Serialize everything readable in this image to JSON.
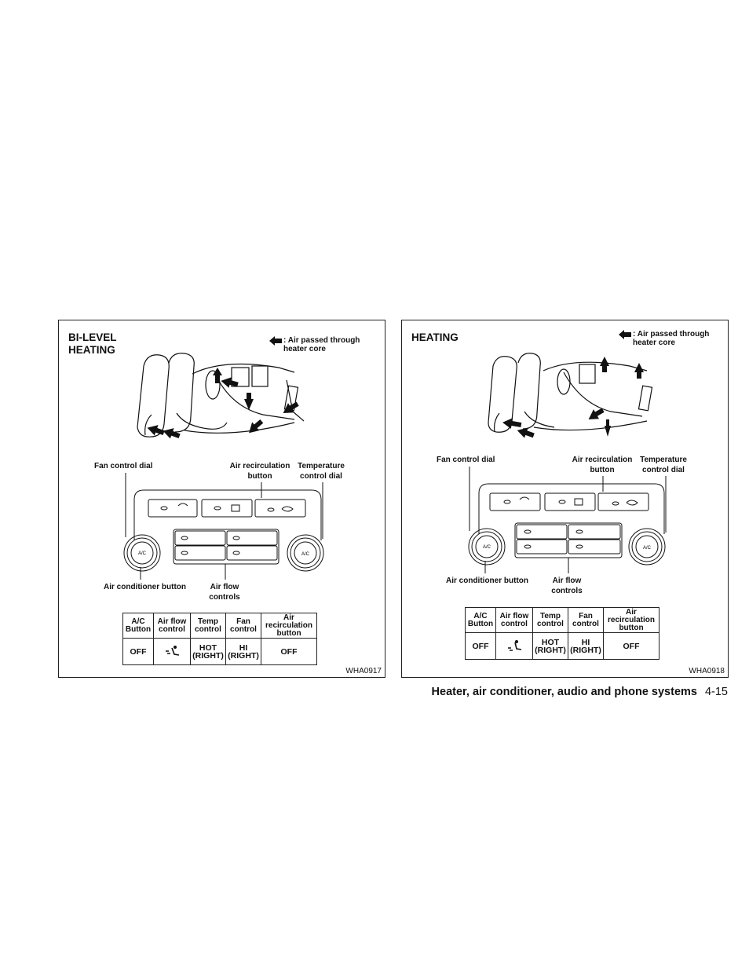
{
  "legend_text": ": Air passed through heater core",
  "callouts": {
    "fan_dial": "Fan control dial",
    "recirc_button": "Air recirculation button",
    "temp_dial": "Temperature control dial",
    "ac_button": "Air conditioner button",
    "airflow_controls": "Air flow controls"
  },
  "panel_label_ac": "A/C",
  "table": {
    "headers": [
      "A/C Button",
      "Air flow control",
      "Temp control",
      "Fan control",
      "Air recirculation button"
    ],
    "values": [
      "OFF",
      "",
      "HOT (RIGHT)",
      "HI (RIGHT)",
      "OFF"
    ]
  },
  "figures": [
    {
      "title": "BI-LEVEL\nHEATING",
      "code": "WHA0917",
      "airflow_mode_icon": "bi-level-vent-icon"
    },
    {
      "title": "HEATING",
      "code": "WHA0918",
      "airflow_mode_icon": "foot-vent-icon"
    }
  ],
  "footer": {
    "section": "Heater, air conditioner, audio and phone systems",
    "page": "4-15"
  }
}
